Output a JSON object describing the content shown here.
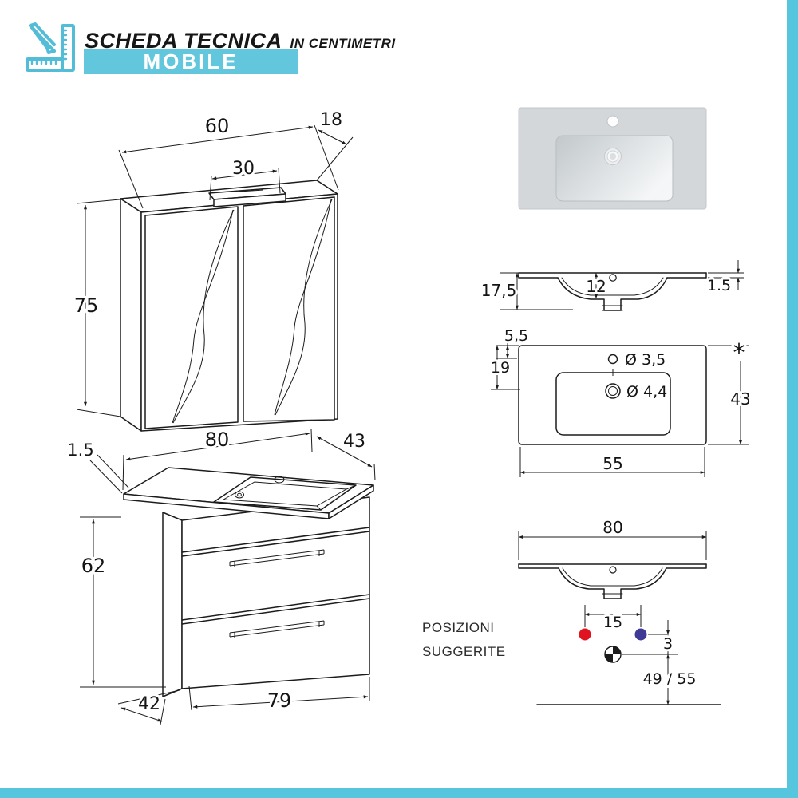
{
  "header": {
    "title": "SCHEDA TECNICA",
    "subtitle": "IN CENTIMETRI",
    "badge": "MOBILE"
  },
  "colors": {
    "teal": "#55c6de",
    "badge_teal": "#62c6dc",
    "logo_teal": "#53bdd8",
    "red_dot": "#e01320",
    "blue_dot": "#3e3a95"
  },
  "mirror_cabinet": {
    "width": "60",
    "depth": "18",
    "light_width": "30",
    "height": "75"
  },
  "vanity": {
    "top_width": "80",
    "top_depth": "43",
    "top_thickness": "1.5",
    "height": "62",
    "body_depth": "42",
    "body_width": "79"
  },
  "basin_section": {
    "total_height": "17,5",
    "bowl_depth": "12",
    "edge_thickness": "1.5"
  },
  "basin_top_view": {
    "tap_hole_offset": "5,5",
    "drain_offset": "19",
    "tap_hole_diameter": "Ø 3,5",
    "drain_diameter": "Ø 4,4",
    "depth": "43",
    "width": "55",
    "note_marker": "*"
  },
  "positions": {
    "label_line1": "POSIZIONI",
    "label_line2": "SUGGERITE",
    "basin_width": "80",
    "dot_spacing": "15",
    "drain_drop": "3",
    "height_range": "49 / 55"
  }
}
